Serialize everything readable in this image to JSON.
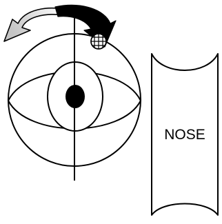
{
  "diagram": {
    "nose_label": "NOSE"
  },
  "colors": {
    "stroke": "#000000",
    "background": "#ffffff",
    "arrow_dark": "#000000",
    "arrow_light_start": "#ffffff",
    "arrow_light_end": "#bfbfbf",
    "pupil": "#000000"
  },
  "icons": {
    "rotation_arrow": "curved-rotation-arrow",
    "grid_marker": "hatched-grid-circle"
  }
}
